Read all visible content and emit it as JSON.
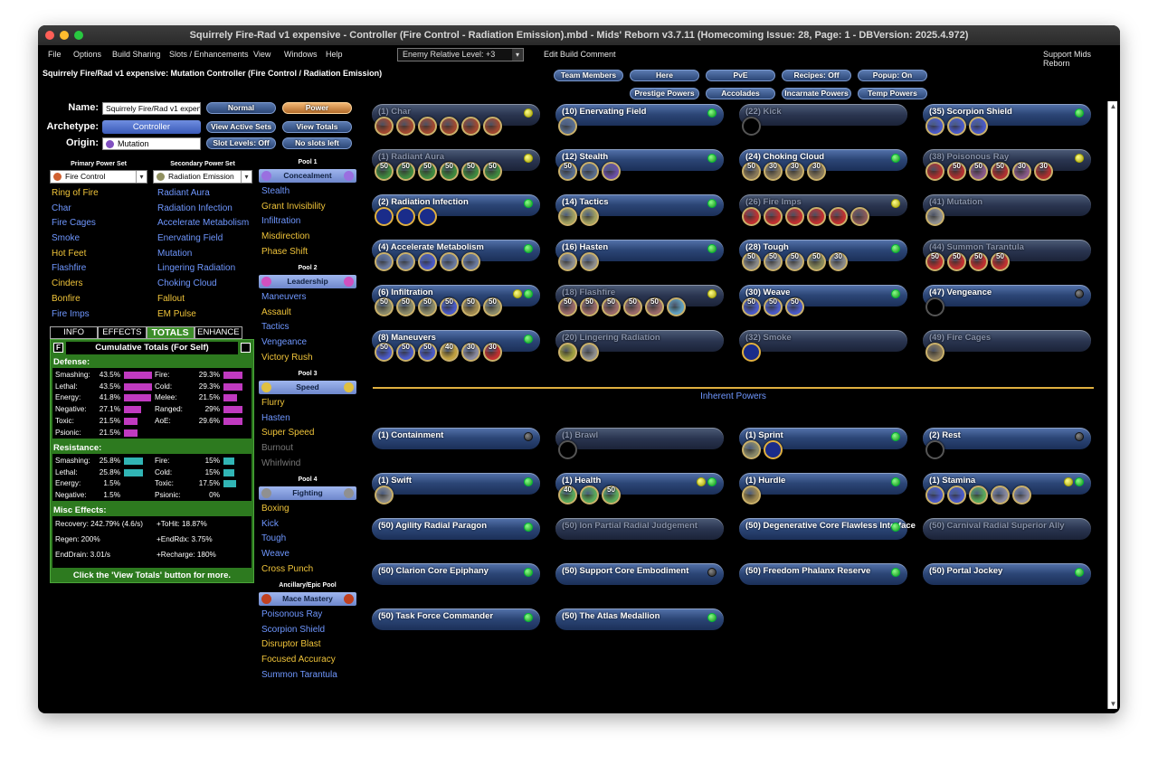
{
  "window": {
    "title": "Squirrely Fire-Rad v1 expensive - Controller (Fire Control - Radiation Emission).mbd - Mids' Reborn v3.7.11  (Homecoming Issue: 28, Page: 1 - DBVersion: 2025.4.972)"
  },
  "menu": {
    "file": "File",
    "options": "Options",
    "build_sharing": "Build Sharing",
    "slots": "Slots / Enhancements",
    "view": "View",
    "windows": "Windows",
    "help": "Help",
    "level": "Enemy Relative Level: +3",
    "edit_comment": "Edit Build Comment",
    "support": "Support Mids Reborn"
  },
  "build_title": "Squirrely Fire/Rad v1 expensive: Mutation Controller (Fire Control / Radiation Emission)",
  "top_buttons": {
    "team": "Team Members",
    "here": "Here",
    "pve": "PvE",
    "recipes": "Recipes: Off",
    "popup": "Popup: On",
    "prestige": "Prestige Powers",
    "accolades": "Accolades",
    "incarnate": "Incarnate Powers",
    "temp": "Temp Powers"
  },
  "form": {
    "name_label": "Name:",
    "name_value": "Squirrely Fire/Rad v1 expens",
    "archetype_label": "Archetype:",
    "archetype_value": "Controller",
    "origin_label": "Origin:",
    "origin_value": "Mutation",
    "normal": "Normal",
    "power": "Power",
    "view_active_sets": "View Active Sets",
    "view_totals": "View Totals",
    "slot_levels": "Slot Levels: Off",
    "no_slots_left": "No slots left"
  },
  "primary": {
    "header": "Primary Power Set",
    "value": "Fire Control",
    "powers": [
      {
        "name": "Ring of Fire",
        "c": "y"
      },
      {
        "name": "Char",
        "c": "b"
      },
      {
        "name": "Fire Cages",
        "c": "b"
      },
      {
        "name": "Smoke",
        "c": "b"
      },
      {
        "name": "Hot Feet",
        "c": "y"
      },
      {
        "name": "Flashfire",
        "c": "b"
      },
      {
        "name": "Cinders",
        "c": "y"
      },
      {
        "name": "Bonfire",
        "c": "y"
      },
      {
        "name": "Fire Imps",
        "c": "b"
      }
    ]
  },
  "secondary": {
    "header": "Secondary Power Set",
    "value": "Radiation Emission",
    "powers": [
      {
        "name": "Radiant Aura",
        "c": "b"
      },
      {
        "name": "Radiation Infection",
        "c": "b"
      },
      {
        "name": "Accelerate Metabolism",
        "c": "b"
      },
      {
        "name": "Enervating Field",
        "c": "b"
      },
      {
        "name": "Mutation",
        "c": "b"
      },
      {
        "name": "Lingering Radiation",
        "c": "b"
      },
      {
        "name": "Choking Cloud",
        "c": "b"
      },
      {
        "name": "Fallout",
        "c": "y"
      },
      {
        "name": "EM Pulse",
        "c": "y"
      }
    ]
  },
  "pools": [
    {
      "header": "Pool 1",
      "name": "Concealment",
      "color": "#9a6fe0",
      "powers": [
        {
          "name": "Stealth",
          "c": "b"
        },
        {
          "name": "Grant Invisibility",
          "c": "y"
        },
        {
          "name": "Infiltration",
          "c": "b"
        },
        {
          "name": "Misdirection",
          "c": "y"
        },
        {
          "name": "Phase Shift",
          "c": "y"
        }
      ]
    },
    {
      "header": "Pool 2",
      "name": "Leadership",
      "color": "#d050c0",
      "powers": [
        {
          "name": "Maneuvers",
          "c": "b"
        },
        {
          "name": "Assault",
          "c": "y"
        },
        {
          "name": "Tactics",
          "c": "b"
        },
        {
          "name": "Vengeance",
          "c": "b"
        },
        {
          "name": "Victory Rush",
          "c": "y"
        }
      ]
    },
    {
      "header": "Pool 3",
      "name": "Speed",
      "color": "#e0c040",
      "powers": [
        {
          "name": "Flurry",
          "c": "y"
        },
        {
          "name": "Hasten",
          "c": "b"
        },
        {
          "name": "Super Speed",
          "c": "y"
        },
        {
          "name": "Burnout",
          "c": "g"
        },
        {
          "name": "Whirlwind",
          "c": "g"
        }
      ]
    },
    {
      "header": "Pool 4",
      "name": "Fighting",
      "color": "#909090",
      "powers": [
        {
          "name": "Boxing",
          "c": "y"
        },
        {
          "name": "Kick",
          "c": "b"
        },
        {
          "name": "Tough",
          "c": "b"
        },
        {
          "name": "Weave",
          "c": "b"
        },
        {
          "name": "Cross Punch",
          "c": "y"
        }
      ]
    },
    {
      "header": "Ancillary/Epic Pool",
      "name": "Mace Mastery",
      "color": "#c04020",
      "powers": [
        {
          "name": "Poisonous Ray",
          "c": "b"
        },
        {
          "name": "Scorpion Shield",
          "c": "b"
        },
        {
          "name": "Disruptor Blast",
          "c": "y"
        },
        {
          "name": "Focused Accuracy",
          "c": "y"
        },
        {
          "name": "Summon Tarantula",
          "c": "b"
        }
      ]
    }
  ],
  "tabs": [
    "INFO",
    "EFFECTS",
    "TOTALS",
    "ENHANCE"
  ],
  "totals": {
    "f": "F",
    "title": "Cumulative Totals (For Self)",
    "defense_label": "Defense:",
    "resistance_label": "Resistance:",
    "misc_label": "Misc Effects:",
    "footer": "Click the 'View Totals' button for more.",
    "defense": [
      {
        "l": "Smashing:",
        "v": "43.5%",
        "p": 0.87
      },
      {
        "l": "Lethal:",
        "v": "43.5%",
        "p": 0.87
      },
      {
        "l": "Energy:",
        "v": "41.8%",
        "p": 0.84
      },
      {
        "l": "Negative:",
        "v": "27.1%",
        "p": 0.54
      },
      {
        "l": "Toxic:",
        "v": "21.5%",
        "p": 0.43
      },
      {
        "l": "Psionic:",
        "v": "21.5%",
        "p": 0.43
      },
      {
        "l": "Fire:",
        "v": "29.3%",
        "p": 0.59
      },
      {
        "l": "Cold:",
        "v": "29.3%",
        "p": 0.59
      },
      {
        "l": "Melee:",
        "v": "21.5%",
        "p": 0.43
      },
      {
        "l": "Ranged:",
        "v": "29%",
        "p": 0.58
      },
      {
        "l": "AoE:",
        "v": "29.6%",
        "p": 0.59
      }
    ],
    "resistance": [
      {
        "l": "Smashing:",
        "v": "25.8%",
        "p": 0.57
      },
      {
        "l": "Lethal:",
        "v": "25.8%",
        "p": 0.57
      },
      {
        "l": "Energy:",
        "v": "1.5%",
        "p": 0.0
      },
      {
        "l": "Negative:",
        "v": "1.5%",
        "p": 0.0
      },
      {
        "l": "Fire:",
        "v": "15%",
        "p": 0.33
      },
      {
        "l": "Cold:",
        "v": "15%",
        "p": 0.33
      },
      {
        "l": "Toxic:",
        "v": "17.5%",
        "p": 0.39
      },
      {
        "l": "Psionic:",
        "v": "0%",
        "p": 0.0
      }
    ],
    "misc": [
      {
        "l": "Recovery:",
        "v": "242.79% (4.6/s)"
      },
      {
        "l": "Regen:",
        "v": "200%"
      },
      {
        "l": "EndDrain:",
        "v": "3.01/s"
      },
      {
        "l": "+ToHit:",
        "v": "18.87%"
      },
      {
        "l": "+EndRdx:",
        "v": "3.75%"
      },
      {
        "l": "+Recharge:",
        "v": "180%"
      }
    ]
  },
  "build_powers": [
    {
      "name": "(1) Char",
      "dim": true,
      "led": "y",
      "slots": [
        {
          "c": "#a04830"
        },
        {
          "c": "#a04830"
        },
        {
          "c": "#a04830"
        },
        {
          "c": "#a04830"
        },
        {
          "c": "#a04830"
        },
        {
          "c": "#a04830"
        }
      ]
    },
    {
      "name": "(10) Enervating Field",
      "dim": false,
      "led": "g",
      "slots": [
        {
          "c": "#5a6e8e"
        }
      ]
    },
    {
      "name": "(22) Kick",
      "dim": true,
      "led": "",
      "slots": [
        {
          "e": 1
        }
      ]
    },
    {
      "name": "(35) Scorpion Shield",
      "dim": false,
      "led": "g",
      "slots": [
        {
          "c": "#4a5ac8"
        },
        {
          "c": "#4a5ac8"
        },
        {
          "c": "#4a5ac8"
        }
      ]
    },
    {
      "name": "(1) Radiant Aura",
      "dim": true,
      "led": "y",
      "slots": [
        {
          "t": "50",
          "c": "#3f8a3f"
        },
        {
          "t": "50",
          "c": "#3f8a3f"
        },
        {
          "t": "50",
          "c": "#3f8a3f"
        },
        {
          "t": "50",
          "c": "#3f8a3f"
        },
        {
          "t": "50",
          "c": "#3f8a3f"
        },
        {
          "t": "50",
          "c": "#3f8a3f"
        }
      ]
    },
    {
      "name": "(12) Stealth",
      "dim": false,
      "led": "g",
      "slots": [
        {
          "t": "50",
          "c": "#5a6e8e"
        },
        {
          "c": "#5a6e8e"
        },
        {
          "c": "#6a50a8"
        }
      ]
    },
    {
      "name": "(24) Choking Cloud",
      "dim": false,
      "led": "g",
      "slots": [
        {
          "t": "50",
          "c": "#8a7a5a"
        },
        {
          "t": "30",
          "c": "#8a7a5a"
        },
        {
          "t": "30",
          "c": "#8a7a5a"
        },
        {
          "t": "30",
          "c": "#8a7a5a"
        }
      ]
    },
    {
      "name": "(38) Poisonous Ray",
      "dim": true,
      "led": "y",
      "slots": [
        {
          "c": "#b03030"
        },
        {
          "t": "50",
          "c": "#b03030"
        },
        {
          "t": "50",
          "c": "#8a5a8a"
        },
        {
          "t": "50",
          "c": "#b03030"
        },
        {
          "t": "30",
          "c": "#8a5a8a"
        },
        {
          "t": "30",
          "c": "#b03030"
        }
      ]
    },
    {
      "name": "(2) Radiation Infection",
      "dim": false,
      "led": "g",
      "slots": [
        {
          "r": 1
        },
        {
          "r": 1
        },
        {
          "r": 1
        }
      ]
    },
    {
      "name": "(14) Tactics",
      "dim": false,
      "led": "g",
      "slots": [
        {
          "c": "#a0a060"
        },
        {
          "c": "#a0a060"
        }
      ]
    },
    {
      "name": "(26) Fire Imps",
      "dim": true,
      "led": "y",
      "slots": [
        {
          "c": "#c03030"
        },
        {
          "c": "#c03030"
        },
        {
          "c": "#c03030"
        },
        {
          "c": "#c03030"
        },
        {
          "c": "#c03030"
        },
        {
          "c": "#8a5a5a"
        }
      ]
    },
    {
      "name": "(41) Mutation",
      "dim": true,
      "led": "",
      "slots": [
        {
          "c": "#909090"
        }
      ]
    },
    {
      "name": "(4) Accelerate Metabolism",
      "dim": false,
      "led": "g",
      "slots": [
        {
          "c": "#6a7aa0"
        },
        {
          "c": "#6a7aa0"
        },
        {
          "c": "#4a5ac8"
        },
        {
          "c": "#6a7aa0"
        },
        {
          "c": "#6a7aa0"
        }
      ]
    },
    {
      "name": "(16) Hasten",
      "dim": false,
      "led": "g",
      "slots": [
        {
          "c": "#909090"
        },
        {
          "c": "#909090"
        }
      ]
    },
    {
      "name": "(28) Tough",
      "dim": false,
      "led": "g",
      "slots": [
        {
          "t": "50",
          "c": "#8a8a8a"
        },
        {
          "t": "50",
          "c": "#8a8a8a"
        },
        {
          "t": "50",
          "c": "#8a8a8a"
        },
        {
          "t": "50",
          "c": "#8a8a5a"
        },
        {
          "t": "30",
          "c": "#8a8a8a"
        }
      ]
    },
    {
      "name": "(44) Summon Tarantula",
      "dim": true,
      "led": "",
      "slots": [
        {
          "t": "50",
          "c": "#c03030"
        },
        {
          "t": "50",
          "c": "#c03030"
        },
        {
          "t": "50",
          "c": "#c03030"
        },
        {
          "t": "50",
          "c": "#c03030"
        }
      ]
    },
    {
      "name": "(6) Infiltration",
      "dim": false,
      "led": "yg",
      "slots": [
        {
          "t": "50",
          "c": "#8a8a6a"
        },
        {
          "t": "50",
          "c": "#8a8a6a"
        },
        {
          "t": "50",
          "c": "#8a8a6a"
        },
        {
          "t": "50",
          "c": "#4a5ac8"
        },
        {
          "t": "50",
          "c": "#a08a50"
        },
        {
          "t": "50",
          "c": "#8a8a6a"
        }
      ]
    },
    {
      "name": "(18) Flashfire",
      "dim": true,
      "led": "y",
      "slots": [
        {
          "t": "50",
          "c": "#9a6a6a"
        },
        {
          "t": "50",
          "c": "#9a6a6a"
        },
        {
          "t": "50",
          "c": "#9a6a6a"
        },
        {
          "t": "50",
          "c": "#9a6a6a"
        },
        {
          "t": "50",
          "c": "#9a6a6a"
        },
        {
          "c": "#60a0c0"
        }
      ]
    },
    {
      "name": "(30) Weave",
      "dim": false,
      "led": "g",
      "slots": [
        {
          "t": "50",
          "c": "#4a5ac8"
        },
        {
          "t": "50",
          "c": "#4a5ac8"
        },
        {
          "t": "50",
          "c": "#4a5ac8"
        }
      ]
    },
    {
      "name": "(47) Vengeance",
      "dim": false,
      "led": "k",
      "slots": [
        {
          "e": 1
        }
      ]
    },
    {
      "name": "(8) Maneuvers",
      "dim": false,
      "led": "g",
      "slots": [
        {
          "t": "50",
          "c": "#4a5ac8"
        },
        {
          "t": "50",
          "c": "#4a5ac8"
        },
        {
          "t": "50",
          "c": "#4a5ac8"
        },
        {
          "t": "40",
          "c": "#c0a040"
        },
        {
          "t": "30",
          "c": "#8a8aa0"
        },
        {
          "t": "30",
          "c": "#c03030"
        }
      ]
    },
    {
      "name": "(20) Lingering Radiation",
      "dim": true,
      "led": "",
      "slots": [
        {
          "c": "#a0a040"
        },
        {
          "c": "#909090"
        }
      ]
    },
    {
      "name": "(32) Smoke",
      "dim": true,
      "led": "",
      "slots": [
        {
          "r": 1
        }
      ]
    },
    {
      "name": "(49) Fire Cages",
      "dim": true,
      "led": "",
      "slots": [
        {
          "c": "#8a7a5a"
        }
      ]
    }
  ],
  "inherent_label": "Inherent Powers",
  "inherent": [
    {
      "name": "(1) Containment",
      "dim": false,
      "led": "k",
      "slots": []
    },
    {
      "name": "(1) Brawl",
      "dim": true,
      "led": "",
      "slots": [
        {
          "e": 1
        }
      ]
    },
    {
      "name": "(1) Sprint",
      "dim": false,
      "led": "g",
      "slots": [
        {
          "c": "#8a8a6a"
        },
        {
          "r": 1
        }
      ]
    },
    {
      "name": "(2) Rest",
      "dim": false,
      "led": "k",
      "slots": [
        {
          "e": 1
        }
      ]
    },
    {
      "name": "(1) Swift",
      "dim": false,
      "led": "g",
      "slots": [
        {
          "c": "#8a8a8a"
        }
      ]
    },
    {
      "name": "(1) Health",
      "dim": false,
      "led": "yg",
      "slots": [
        {
          "t": "40",
          "c": "#5aaa5a"
        },
        {
          "c": "#5aaa5a"
        },
        {
          "t": "50",
          "c": "#5aaa5a"
        }
      ]
    },
    {
      "name": "(1) Hurdle",
      "dim": false,
      "led": "g",
      "slots": [
        {
          "c": "#a08a50"
        }
      ]
    },
    {
      "name": "(1) Stamina",
      "dim": false,
      "led": "yg",
      "slots": [
        {
          "c": "#4a5ac8"
        },
        {
          "c": "#4a5ac8"
        },
        {
          "c": "#5aaa5a"
        },
        {
          "c": "#8a8aa0"
        },
        {
          "c": "#8a8aa0"
        }
      ]
    },
    {
      "name": "(50) Agility Radial Paragon",
      "dim": false,
      "led": "g",
      "slots": []
    },
    {
      "name": "(50) Ion Partial Radial Judgement",
      "dim": true,
      "led": "",
      "slots": []
    },
    {
      "name": "(50) Degenerative Core Flawless Interface",
      "dim": false,
      "led": "g",
      "slots": []
    },
    {
      "name": "(50) Carnival Radial Superior Ally",
      "dim": true,
      "led": "",
      "slots": []
    },
    {
      "name": "(50) Clarion Core Epiphany",
      "dim": false,
      "led": "g",
      "slots": []
    },
    {
      "name": "(50) Support Core Embodiment",
      "dim": false,
      "led": "k",
      "slots": []
    },
    {
      "name": "(50) Freedom Phalanx Reserve",
      "dim": false,
      "led": "g",
      "slots": []
    },
    {
      "name": "(50) Portal Jockey",
      "dim": false,
      "led": "g",
      "slots": []
    },
    {
      "name": "(50) Task Force Commander",
      "dim": false,
      "led": "g",
      "slots": []
    },
    {
      "name": "(50) The Atlas Medallion",
      "dim": false,
      "led": "g",
      "slots": []
    }
  ]
}
